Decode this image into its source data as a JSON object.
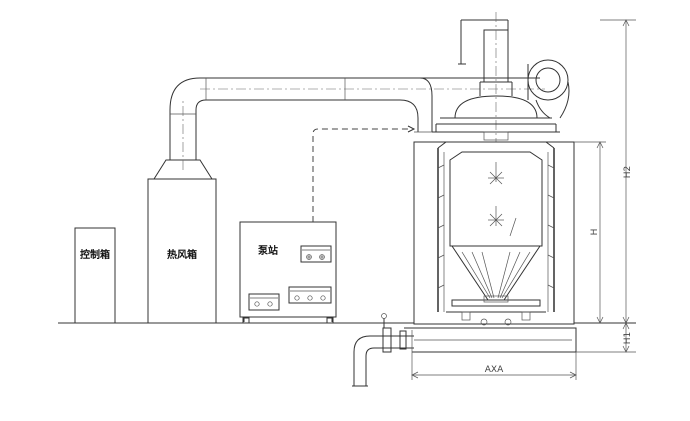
{
  "labels": {
    "control_box": "控制箱",
    "hot_air_box": "热风箱",
    "pump_station": "泵站"
  },
  "dimensions": {
    "h2": "H2",
    "h": "H",
    "h1": "H1",
    "axa": "AXA"
  }
}
